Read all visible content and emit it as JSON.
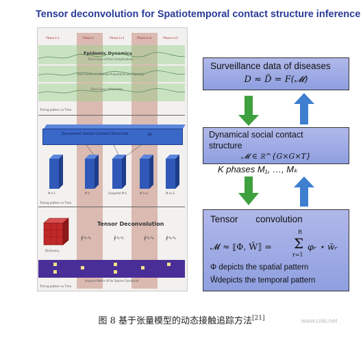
{
  "title": "Tensor deconvolution for Spatiotemporal contact structure inference",
  "left_panel": {
    "phases": [
      "Phase k-1",
      "Phase k",
      "Phase k+1",
      "Phase k+2",
      "Phase k+3"
    ],
    "epidemic_title": "Epidemic Dynamics",
    "epidemic_series": [
      "Time Curve of Hos Complications",
      "Time Curve of Influenza Pneumonia and Mortality",
      "Time Curve of Mortality"
    ],
    "dynamical_label": "Dynamical Social Contact Structure",
    "dynamical_symbol": "M",
    "matrix_labels": [
      "M k-1",
      "M k",
      "Snapshot M k",
      "M k+1",
      "M k+2"
    ],
    "tensor_title": "Tensor Deconvolution",
    "dictionary_label": "Dictionary",
    "impulse_label": "Impulse Matrix W for Sparse Constraint",
    "axis_label": "Timing pattern vs Time"
  },
  "boxes": {
    "surveillance_title": "Surveillance data of diseases",
    "surveillance_formula": "D ≈ D̃ = F(𝓜)",
    "dynamical_title_1": "Dynamical social contact",
    "dynamical_title_2": "structure",
    "dynamical_formula": "𝓜 ∈ ℝ^{G×G×T}",
    "phases_text": "K phases M₁, …, Mₖ",
    "tensor_title_1": "Tensor",
    "tensor_title_2": "convolution",
    "tensor_formula_lhs": "𝓜 ≈ ⟦Φ, W̄⟧ =",
    "tensor_formula_sum": "Σ",
    "tensor_formula_upper": "R",
    "tensor_formula_lower": "r=1",
    "tensor_formula_rhs": "φᵣ ⋆ w̄ᵣ",
    "phi_text": "Φ depicts the spatial pattern",
    "w_text": "W̄depicts the temporal pattern"
  },
  "caption": "图 8  基于张量模型的动态接触追踪方法",
  "caption_ref": "[21]",
  "watermark": "www.cnki.net",
  "colors": {
    "title": "#2a3a96",
    "box_fill": "#a8b2e8",
    "arrow_green": "#3ea03e",
    "arrow_blue": "#3f7fd0",
    "cube_blue": "#2f58b8",
    "dict_red": "#c02828",
    "impulse_bg": "#4a2e98",
    "impulse_dot": "#f2e28a"
  }
}
